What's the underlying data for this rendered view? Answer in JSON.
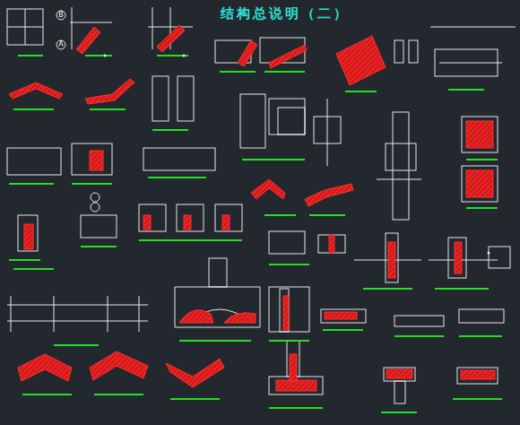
{
  "diagram": {
    "title": "结构总说明（二）",
    "labels": [
      "B",
      "A"
    ]
  }
}
